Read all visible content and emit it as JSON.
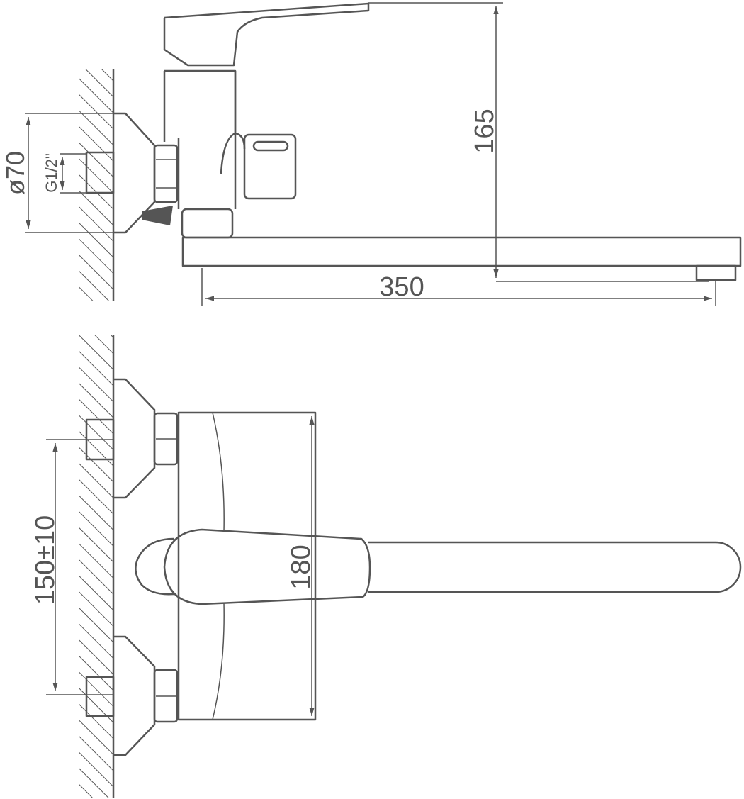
{
  "drawing": {
    "side_view": {
      "height_dim": "165",
      "length_dim": "350",
      "escutcheon_diameter": "ø70",
      "thread_size": "G1/2\""
    },
    "top_view": {
      "centers_dim": "150±10",
      "body_length_dim": "180"
    },
    "line_color": "#555555"
  }
}
